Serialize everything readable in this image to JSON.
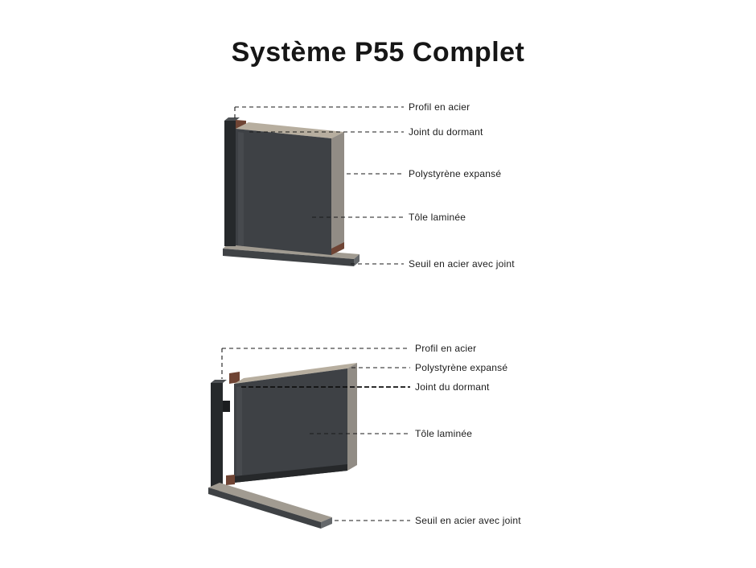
{
  "page": {
    "title": "Système P55 Complet"
  },
  "colors": {
    "background": "#ffffff",
    "text": "#1c1c1c",
    "leader_line": "#1a1a1a",
    "panel_front": "#3e4145",
    "panel_side": "#918c85",
    "panel_highlight": "#474a4e",
    "polystyrene": "#b7ae9f",
    "steel_profile": "#26292b",
    "steel_profile_top": "#4e5154",
    "joint": "#6f4434",
    "threshold_top": "#a19b91",
    "threshold_front": "#3f4245",
    "threshold_end": "#65686b",
    "bottom_seal": "#26282a",
    "hinge": "#1b1d1f"
  },
  "diagram_top": {
    "labels": [
      {
        "text": "Profil en acier"
      },
      {
        "text": "Joint du dormant"
      },
      {
        "text": "Polystyrène expansé"
      },
      {
        "text": "Tôle laminée"
      },
      {
        "text": "Seuil en acier avec joint"
      }
    ]
  },
  "diagram_bottom": {
    "labels": [
      {
        "text": "Profil en acier"
      },
      {
        "text": "Polystyrène expansé"
      },
      {
        "text": "Joint du dormant"
      },
      {
        "text": "Tôle laminée"
      },
      {
        "text": "Seuil en acier avec joint"
      }
    ]
  }
}
